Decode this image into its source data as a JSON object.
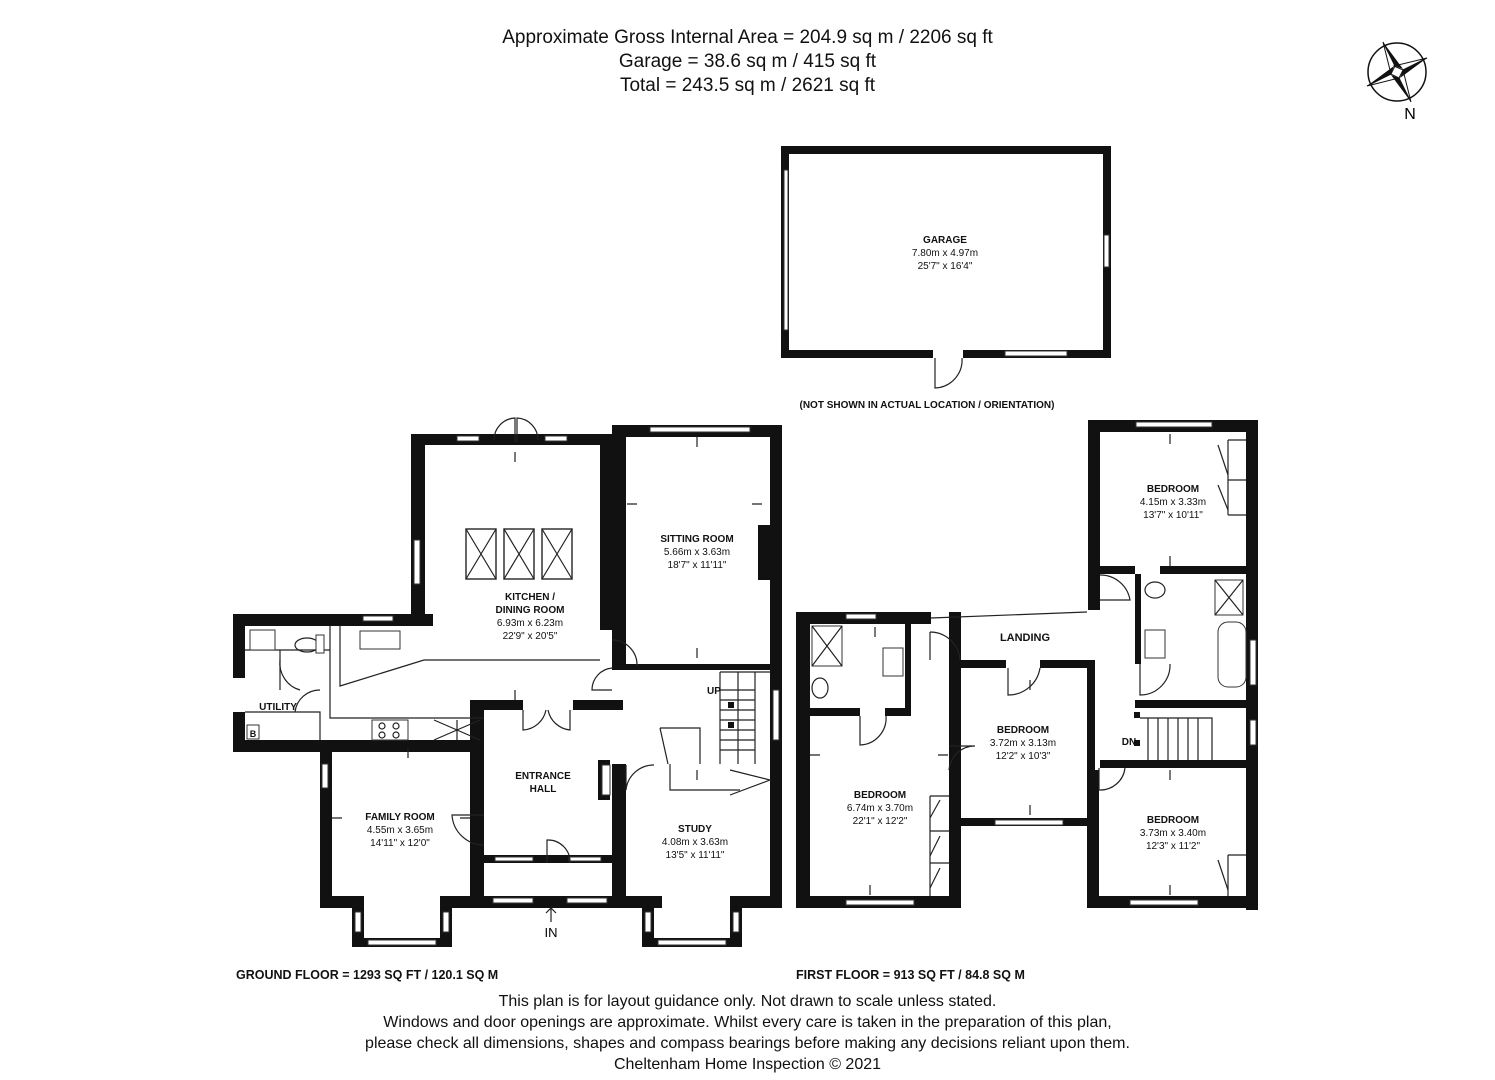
{
  "header": {
    "line1": "Approximate Gross Internal Area = 204.9 sq m / 2206 sq ft",
    "line2": "Garage = 38.6 sq m / 415 sq ft",
    "line3": "Total = 243.5 sq m / 2621 sq ft"
  },
  "compass": {
    "label": "N"
  },
  "garage": {
    "name": "GARAGE",
    "metric": "7.80m x 4.97m",
    "imperial": "25'7\" x 16'4\"",
    "note": "(NOT SHOWN IN ACTUAL LOCATION / ORIENTATION)"
  },
  "ground_floor": {
    "label": "GROUND FLOOR  = 1293 SQ FT / 120.1 SQ M",
    "entrance_label": "IN",
    "up_label": "UP",
    "rooms": {
      "kitchen": {
        "name1": "KITCHEN /",
        "name2": "DINING ROOM",
        "metric": "6.93m x 6.23m",
        "imperial": "22'9\" x 20'5\""
      },
      "sitting": {
        "name": "SITTING ROOM",
        "metric": "5.66m x 3.63m",
        "imperial": "18'7\" x 11'11\""
      },
      "family": {
        "name": "FAMILY ROOM",
        "metric": "4.55m x 3.65m",
        "imperial": "14'11\" x 12'0\""
      },
      "hall": {
        "name1": "ENTRANCE",
        "name2": "HALL"
      },
      "study": {
        "name": "STUDY",
        "metric": "4.08m x 3.63m",
        "imperial": "13'5\" x 11'11\""
      },
      "utility": {
        "name": "UTILITY",
        "boiler": "B"
      }
    }
  },
  "first_floor": {
    "label": "FIRST FLOOR  = 913 SQ FT / 84.8 SQ M",
    "down_label": "DN",
    "rooms": {
      "landing": {
        "name": "LANDING"
      },
      "bed1": {
        "name": "BEDROOM",
        "metric": "6.74m x 3.70m",
        "imperial": "22'1\" x 12'2\""
      },
      "bed2": {
        "name": "BEDROOM",
        "metric": "3.72m x 3.13m",
        "imperial": "12'2\" x 10'3\""
      },
      "bed3": {
        "name": "BEDROOM",
        "metric": "4.15m x 3.33m",
        "imperial": "13'7\" x 10'11\""
      },
      "bed4": {
        "name": "BEDROOM",
        "metric": "3.73m x 3.40m",
        "imperial": "12'3\" x 11'2\""
      }
    }
  },
  "footer": {
    "line1": "This plan is for layout guidance only. Not drawn to scale unless stated.",
    "line2": "Windows and door openings are approximate. Whilst every care is taken in the preparation of this plan,",
    "line3": "please check all dimensions, shapes and compass bearings before making any decisions reliant upon them.",
    "line4": "Cheltenham Home Inspection © 2021"
  }
}
